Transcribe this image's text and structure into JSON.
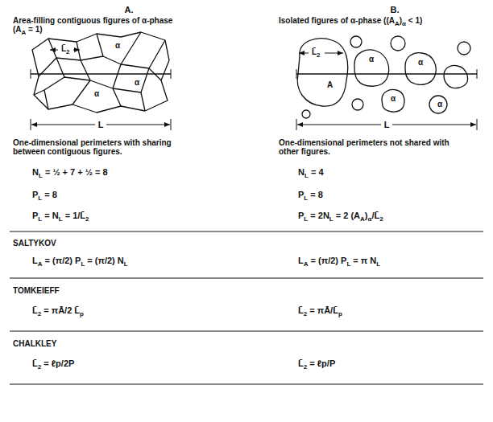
{
  "diagram": {
    "labels": [
      "A.",
      "B.",
      "Area-filling contiguous figures of α-phase",
      "(A",
      "A",
      " = 1)",
      "Isolated figures of α-phase ((A",
      "A",
      ")",
      "α",
      " < 1)",
      "L̄",
      "2",
      "α",
      "α",
      "α",
      "L",
      "L̄",
      "2",
      "A",
      "α",
      "α",
      "α",
      "α",
      "L",
      "One-dimensional perimeters with sharing",
      "between contiguous figures.",
      "One-dimensional perimeters not shared with",
      "other figures.",
      "N",
      "L",
      " = ½ + 7 + ½ = 8",
      "P",
      "L",
      " = 8",
      "P",
      "L",
      " = N",
      "L",
      " = 1/",
      "L̄",
      "2",
      "N",
      "L",
      " = 4",
      "P",
      "L",
      " = 8",
      "P",
      "L",
      " = 2N",
      "L",
      " = 2 (A",
      "A",
      ")",
      "α",
      "/",
      "L̄",
      "2",
      "SALTYKOV",
      "L",
      "A",
      " = (π/2) P",
      "L",
      " = (π/2) N",
      "L",
      "L",
      "A",
      " = (π/2) P",
      "L",
      " = π N",
      "L",
      "TOMKEIEFF",
      "L̄",
      "2",
      " = πĀ/2 L̄",
      "p",
      "L̄",
      "2",
      " = πĀ/L̄",
      "p",
      "CHALKLEY",
      "L̄",
      "2",
      " = ℓp/2P",
      "L̄",
      "2",
      " = ℓp/P"
    ]
  }
}
